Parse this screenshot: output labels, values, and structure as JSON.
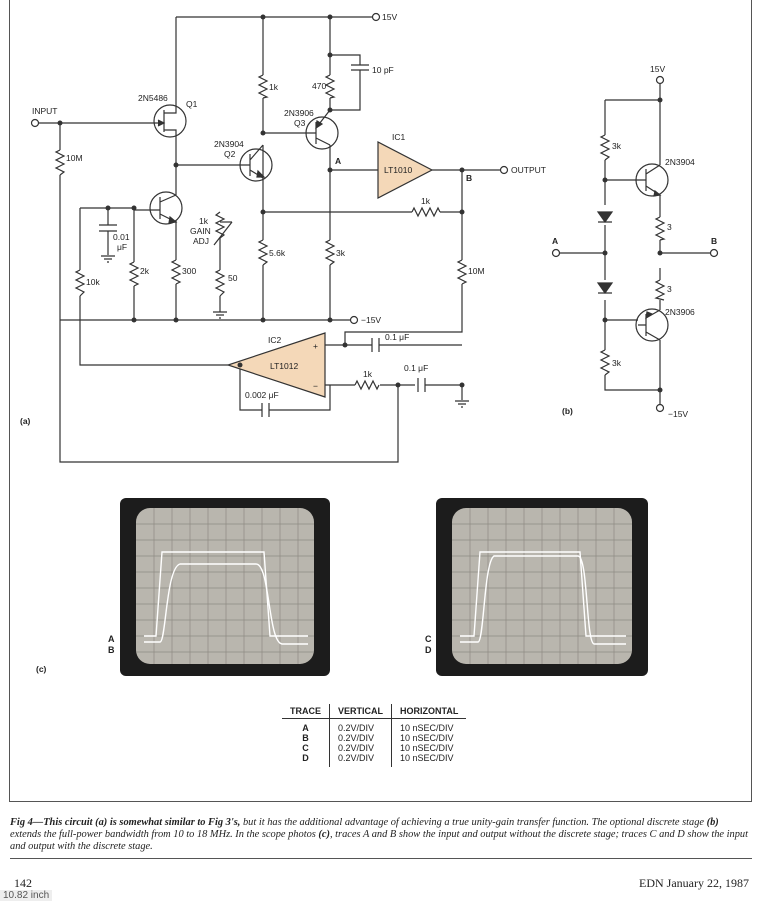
{
  "schematic_a": {
    "panel_label": "(a)",
    "input_label": "INPUT",
    "output_label": "OUTPUT",
    "supply_pos": "15V",
    "supply_neg": "−15V",
    "q1_part": "2N5486",
    "q1_ref": "Q1",
    "q2_part": "2N3904",
    "q2_ref": "Q2",
    "q3_part": "2N3906",
    "q3_ref": "Q3",
    "ic1_ref": "IC1",
    "ic1_part": "LT1010",
    "ic2_ref": "IC2",
    "ic2_part": "LT1012",
    "r_10m_in": "10M",
    "r_1k_top": "1k",
    "r_470": "470",
    "c_10pf": "10 pF",
    "c_001_a": "0.01",
    "c_001_b": "μF",
    "r_2k": "2k",
    "r_300": "300",
    "r_10k": "10k",
    "gain_1": "1k",
    "gain_2": "GAIN",
    "gain_3": "ADJ",
    "r_50": "50",
    "r_56k": "5.6k",
    "r_3k": "3k",
    "r_1k_fb": "1k",
    "r_10m_out": "10M",
    "node_a": "A",
    "node_b": "B",
    "c_01_1": "0.1 μF",
    "r_1k_ic2": "1k",
    "c_01_2": "0.1 μF",
    "c_0002": "0.002 μF",
    "plus": "+",
    "minus": "−"
  },
  "schematic_b": {
    "panel_label": "(b)",
    "supply_pos": "15V",
    "supply_neg": "−15V",
    "r_3k_top": "3k",
    "r_3k_bot": "3k",
    "q_top": "2N3904",
    "q_bot": "2N3906",
    "r_3_top": "3",
    "r_3_bot": "3",
    "node_a": "A",
    "node_b": "B"
  },
  "scopes": {
    "panel_label": "(c)",
    "left_trace_1": "A",
    "left_trace_2": "B",
    "right_trace_1": "C",
    "right_trace_2": "D"
  },
  "trace_table": {
    "headers": [
      "TRACE",
      "VERTICAL",
      "HORIZONTAL"
    ],
    "rows": [
      [
        "A",
        "0.2V/DIV",
        "10 nSEC/DIV"
      ],
      [
        "B",
        "0.2V/DIV",
        "10 nSEC/DIV"
      ],
      [
        "C",
        "0.2V/DIV",
        "10 nSEC/DIV"
      ],
      [
        "D",
        "0.2V/DIV",
        "10 nSEC/DIV"
      ]
    ]
  },
  "caption": {
    "lead": "Fig 4—This circuit (a) is somewhat similar to Fig 3's,",
    "p1": " but it has the additional advantage of achieving a true unity-gain transfer function. The optional discrete stage ",
    "b_ref": "(b)",
    "p2": " extends the full-power bandwidth from 10 to 18 MHz. In the scope photos ",
    "c_ref": "(c)",
    "p3": ", traces A and B show the input and output without the discrete stage; traces C and D show the input and output with the discrete stage."
  },
  "footer": {
    "page": "142",
    "journal": "EDN January 22, 1987",
    "scan_note": "10.82 inch"
  }
}
